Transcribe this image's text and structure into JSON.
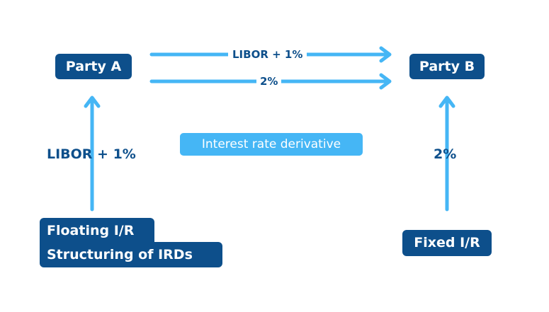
{
  "diagram": {
    "party_a": "Party A",
    "party_b": "Party B",
    "top_arrow_label": "LIBOR + 1%",
    "bottom_arrow_label": "2%",
    "left_arrow_label": "LIBOR + 1%",
    "right_arrow_label": "2%",
    "center_tag": "Interest rate derivative",
    "floating_line1": "Floating I/R",
    "floating_line2": "Structuring of IRDs",
    "fixed_box": "Fixed I/R"
  },
  "colors": {
    "box_fill": "#0d4f8b",
    "arrow": "#45b6f5",
    "tag_fill": "#45b6f5",
    "text_dark": "#0d4f8b"
  },
  "icons": [
    "arrow-right-icon",
    "arrow-up-icon"
  ]
}
